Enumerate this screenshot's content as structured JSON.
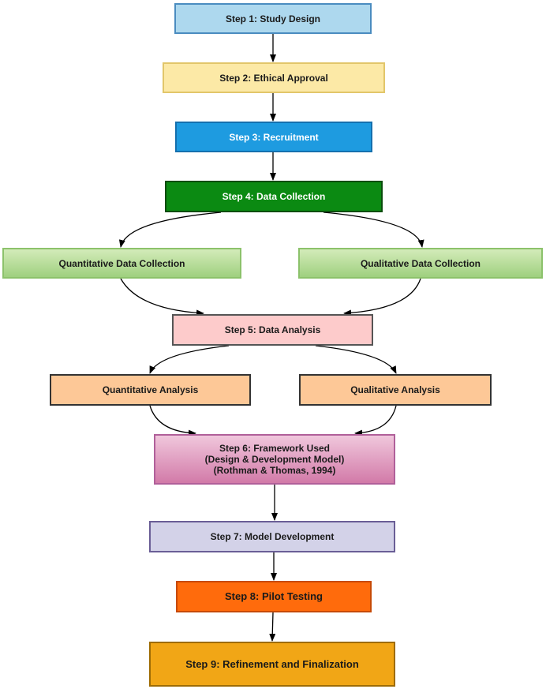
{
  "steps": {
    "study_design": "Step 1: Study Design",
    "ethical_approval": "Step 2: Ethical Approval",
    "recruitment": "Step 3: Recruitment",
    "data_collection": "Step 4: Data Collection",
    "quant_collection": "Quantitative Data Collection",
    "qual_collection": "Qualitative Data Collection",
    "data_analysis": "Step 5: Data Analysis",
    "quant_analysis": "Quantitative Analysis",
    "qual_analysis": "Qualitative Analysis",
    "framework_line1": "Step 6: Framework Used",
    "framework_line2": "(Design & Development Model)",
    "framework_line3": "(Rothman & Thomas, 1994)",
    "model_development": "Step 7: Model Development",
    "pilot_testing": "Step 8: Pilot Testing",
    "refinement": "Step 9: Refinement and Finalization"
  },
  "colors": {
    "step1": "#add8ee",
    "step2": "#fce9a6",
    "step3": "#1e9be0",
    "step4": "#0b8a12",
    "collection": "#b8df9c",
    "step5": "#fdcbcb",
    "analysis": "#fdc897",
    "step6": "#e2a0c3",
    "step7": "#d3d2e8",
    "step8": "#ff6b0c",
    "step9": "#f1a616"
  }
}
